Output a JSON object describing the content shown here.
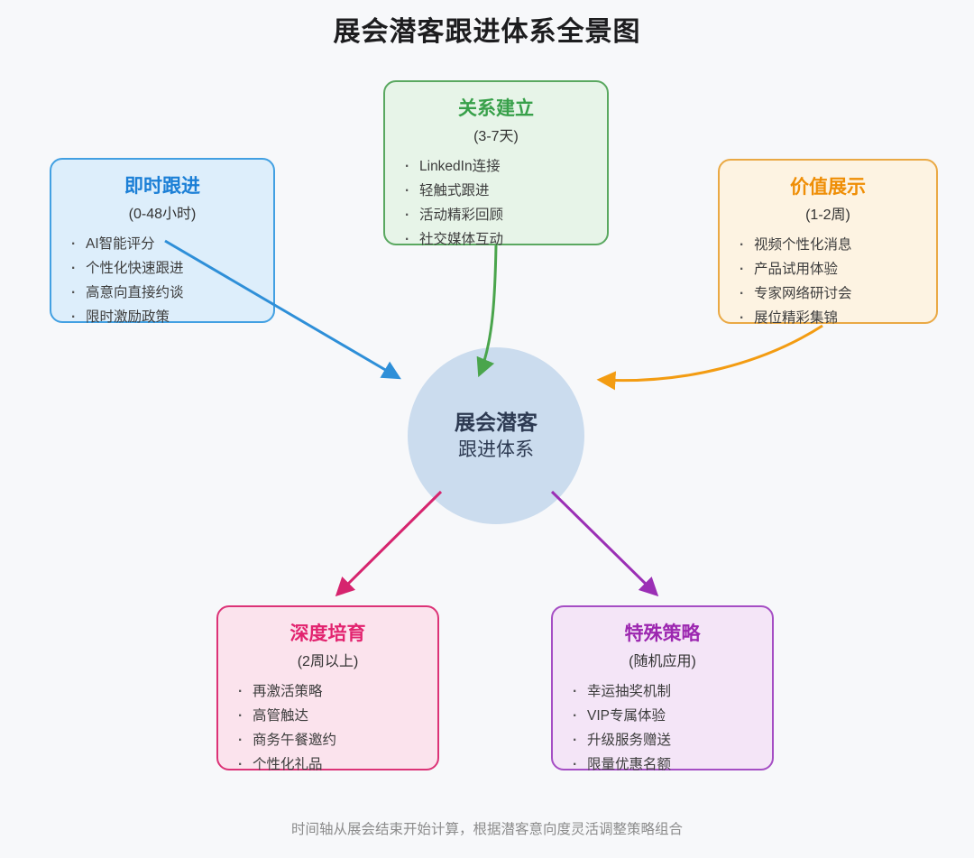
{
  "title": "展会潜客跟进体系全景图",
  "center_node": {
    "line1": "展会潜客",
    "line2": "跟进体系",
    "fill": "#cbdcee",
    "text_color": "#2d3a52"
  },
  "boxes": {
    "immediate": {
      "title": "即时跟进",
      "subtitle": "(0-48小时)",
      "items": [
        "AI智能评分",
        "个性化快速跟进",
        "高意向直接约谈",
        "限时激励政策"
      ],
      "accent": "#1b7fd6",
      "border": "#42a0e2",
      "fill": "#ddeefb",
      "arrow_color": "#2e8fd8"
    },
    "relationship": {
      "title": "关系建立",
      "subtitle": "(3-7天)",
      "items": [
        "LinkedIn连接",
        "轻触式跟进",
        "活动精彩回顾",
        "社交媒体互动"
      ],
      "accent": "#38a04a",
      "border": "#5aa860",
      "fill": "#e7f4e8",
      "arrow_color": "#4aa54c"
    },
    "value": {
      "title": "价值展示",
      "subtitle": "(1-2周)",
      "items": [
        "视频个性化消息",
        "产品试用体验",
        "专家网络研讨会",
        "展位精彩集锦"
      ],
      "accent": "#ef8e06",
      "border": "#eaa944",
      "fill": "#fdf3e2",
      "arrow_color": "#f39c12"
    },
    "nurture": {
      "title": "深度培育",
      "subtitle": "(2周以上)",
      "items": [
        "再激活策略",
        "高管触达",
        "商务午餐邀约",
        "个性化礼品"
      ],
      "accent": "#e2236f",
      "border": "#dc3377",
      "fill": "#fbe3ed",
      "arrow_color": "#d6246e"
    },
    "special": {
      "title": "特殊策略",
      "subtitle": "(随机应用)",
      "items": [
        "幸运抽奖机制",
        "VIP专属体验",
        "升级服务赠送",
        "限量优惠名额"
      ],
      "accent": "#9c27b0",
      "border": "#a54ec4",
      "fill": "#f4e5f7",
      "arrow_color": "#9b2fb5"
    }
  },
  "footer": "时间轴从展会结束开始计算，根据潜客意向度灵活调整策略组合",
  "background_color": "#f7f8fa"
}
